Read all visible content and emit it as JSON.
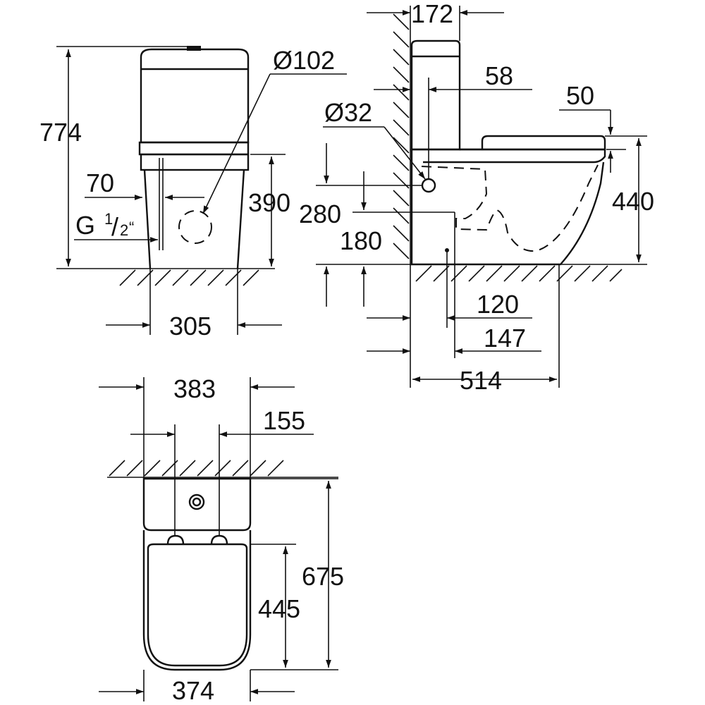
{
  "drawing": {
    "front_view": {
      "height_total": "774",
      "height_inlet": "390",
      "offset_70": "70",
      "thread_label_g": "G",
      "thread_sup": "1",
      "thread_sub": "2",
      "thread_mark": "“",
      "diameter_outlet": "Ø102",
      "width_base": "305"
    },
    "side_view": {
      "wall_offset": "172",
      "tank_offset": "58",
      "seat_gap": "50",
      "diameter_inlet": "Ø32",
      "height_inlet": "280",
      "height_outlet": "180",
      "height_seat": "440",
      "outlet_120": "120",
      "outlet_147": "147",
      "depth_total": "514"
    },
    "top_view": {
      "width_tank": "383",
      "fixing_spacing": "155",
      "depth_total": "675",
      "depth_seat": "445",
      "width_bowl": "374"
    }
  }
}
